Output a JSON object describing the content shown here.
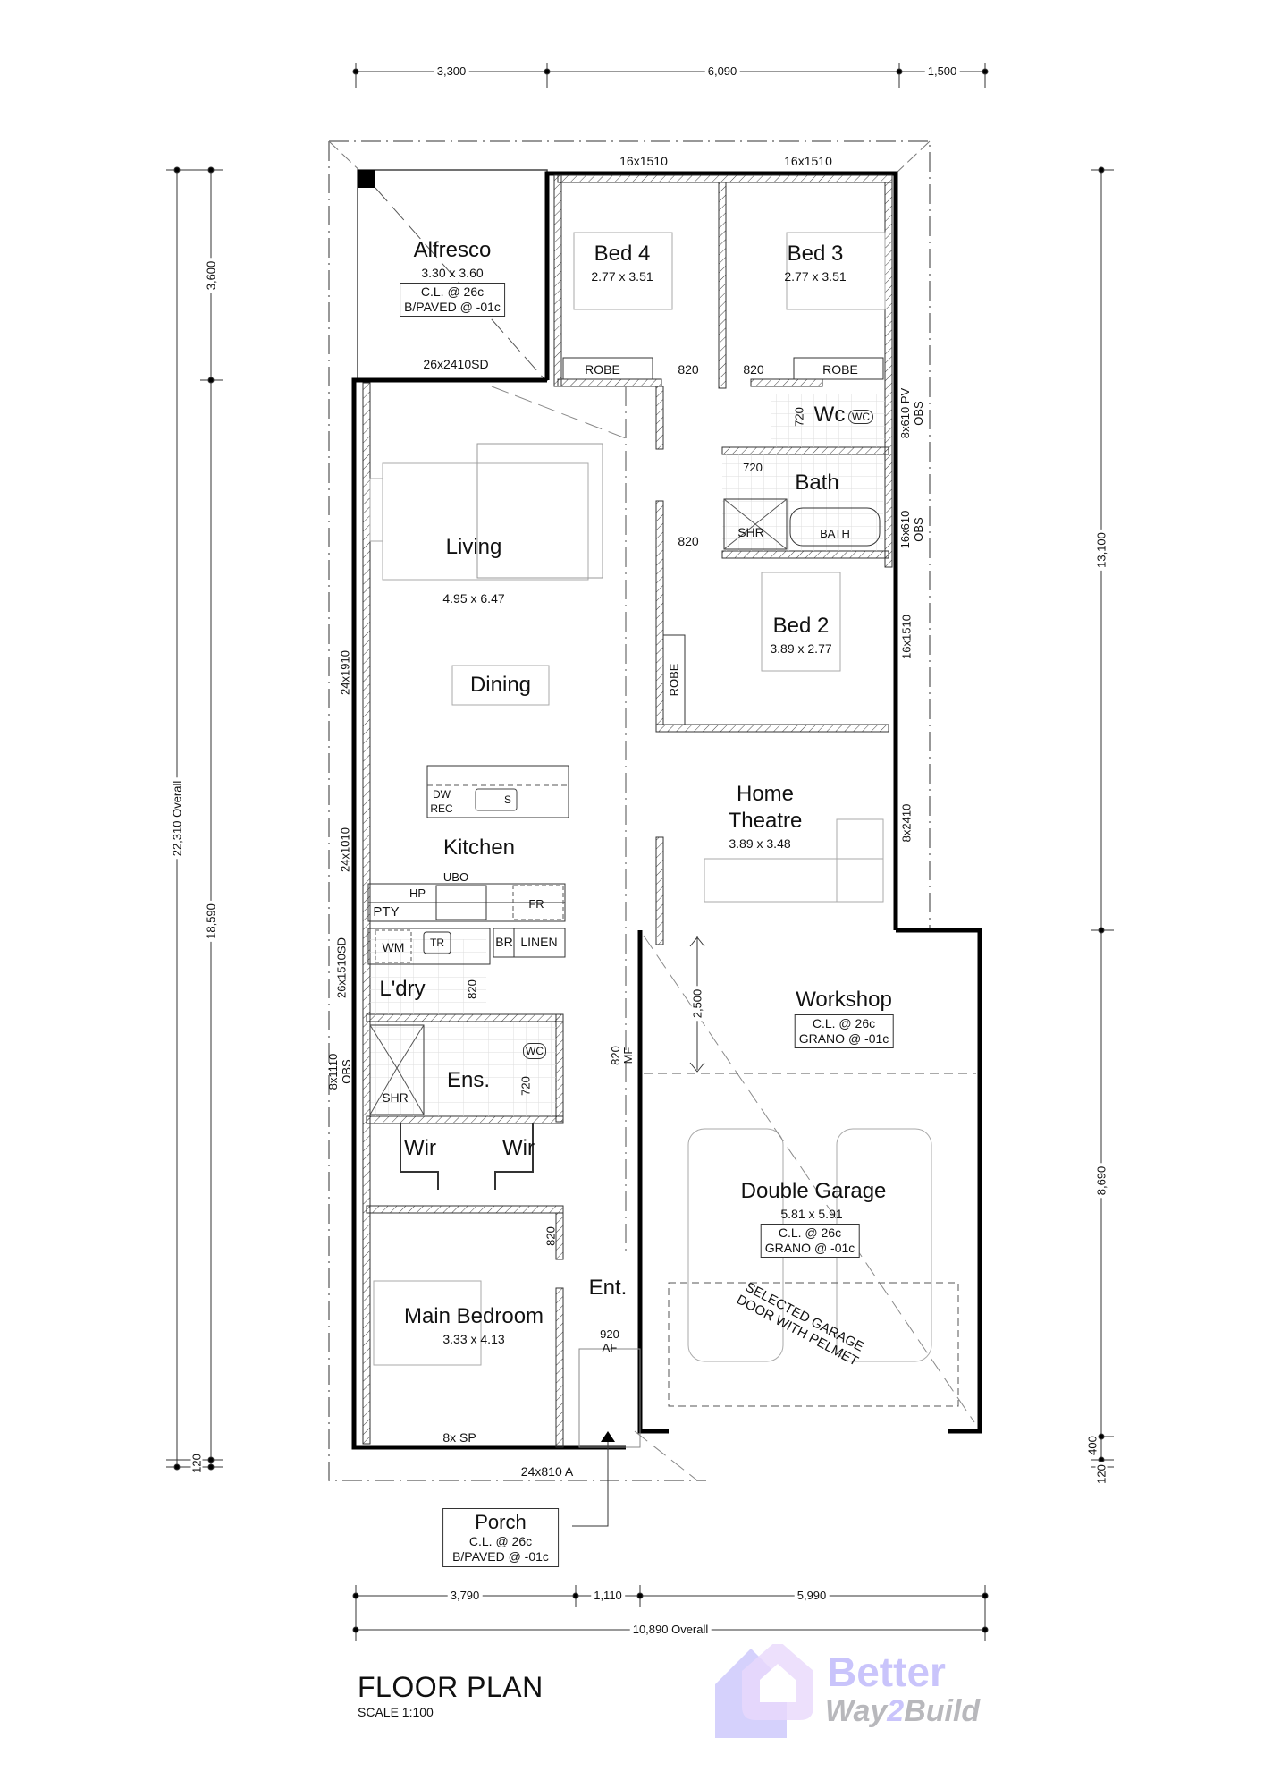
{
  "drawing": {
    "title": "FLOOR PLAN",
    "scale": "SCALE 1:100"
  },
  "branding": {
    "line1": "Better",
    "line2_a": "Way",
    "line2_b": "2",
    "line2_c": "Build",
    "colors": {
      "accent": "#c9c4fb",
      "grey": "#b8b8bc"
    }
  },
  "dimensions": {
    "top": [
      "3,300",
      "6,090",
      "1,500"
    ],
    "bottom": [
      "3,790",
      "1,110",
      "5,990"
    ],
    "bottom_overall": "10,890 Overall",
    "left_overall": "22,310 Overall",
    "left": [
      "3,600",
      "18,590",
      "120"
    ],
    "left_outer_base": "120",
    "right": [
      "13,100",
      "8,690",
      "400",
      "120"
    ],
    "workshop_depth": "2,500"
  },
  "rooms": {
    "alfresco": {
      "name": "Alfresco",
      "size": "3.30 x 3.60",
      "note": [
        "C.L. @ 26c",
        "B/PAVED @ -01c"
      ]
    },
    "bed4": {
      "name": "Bed 4",
      "size": "2.77 x 3.51"
    },
    "bed3": {
      "name": "Bed 3",
      "size": "2.77 x 3.51"
    },
    "living": {
      "name": "Living",
      "size": "4.95 x 6.47"
    },
    "dining": {
      "name": "Dining"
    },
    "kitchen": {
      "name": "Kitchen"
    },
    "wc": {
      "name": "Wc"
    },
    "bath": {
      "name": "Bath"
    },
    "bed2": {
      "name": "Bed 2",
      "size": "3.89 x 2.77"
    },
    "home_theatre": {
      "name_line1": "Home",
      "name_line2": "Theatre",
      "size": "3.89 x 3.48"
    },
    "laundry": {
      "name": "L'dry"
    },
    "ensuite": {
      "name": "Ens."
    },
    "wir_left": {
      "name": "Wir"
    },
    "wir_right": {
      "name": "Wir"
    },
    "main_bedroom": {
      "name": "Main Bedroom",
      "size": "3.33 x 4.13"
    },
    "entry": {
      "name": "Ent."
    },
    "workshop": {
      "name": "Workshop",
      "note": [
        "C.L. @ 26c",
        "GRANO @ -01c"
      ]
    },
    "double_garage": {
      "name": "Double Garage",
      "size": "5.81 x 5.91",
      "note": [
        "C.L. @ 26c",
        "GRANO @ -01c"
      ]
    },
    "porch": {
      "name": "Porch",
      "note": [
        "C.L. @ 26c",
        "B/PAVED @ -01c"
      ]
    }
  },
  "fixtures": {
    "robe": "ROBE",
    "dw": "DW",
    "rec": "REC",
    "sink": "S",
    "ubo": "UBO",
    "hp": "HP",
    "pty": "PTY",
    "fr": "FR",
    "wm": "WM",
    "tr": "TR",
    "br": "BR",
    "linen": "LINEN",
    "shr": "SHR",
    "bath_tub": "BATH",
    "wc_pan": "WC",
    "garage_door_note": [
      "SELECTED GARAGE",
      "DOOR WITH PELMET"
    ]
  },
  "openings": {
    "bed4_window": "16x1510",
    "bed3_window": "16x1510",
    "alfresco_door": "26x2410SD",
    "bed4_door": "820",
    "bed3_door": "820",
    "wc_door": "720",
    "bath_door": "720",
    "bed2_door": "820",
    "wc_window": [
      "8x610 PV",
      "OBS"
    ],
    "bath_window": [
      "16x610",
      "OBS"
    ],
    "bed2_window": "16x1510",
    "theatre_window": "8x2410",
    "living_window": "24x1910",
    "kitchen_window": "24x1010",
    "laundry_door": "26x1510SD",
    "laundry_int_door": "820",
    "ensuite_window": [
      "8x1110",
      "OBS"
    ],
    "ensuite_door": "720",
    "garage_door": [
      "820",
      "MF"
    ],
    "master_door": "820",
    "entry_door": [
      "920",
      "AF"
    ],
    "master_window_top": "8x SP",
    "master_window_bottom": "24x810 A"
  }
}
